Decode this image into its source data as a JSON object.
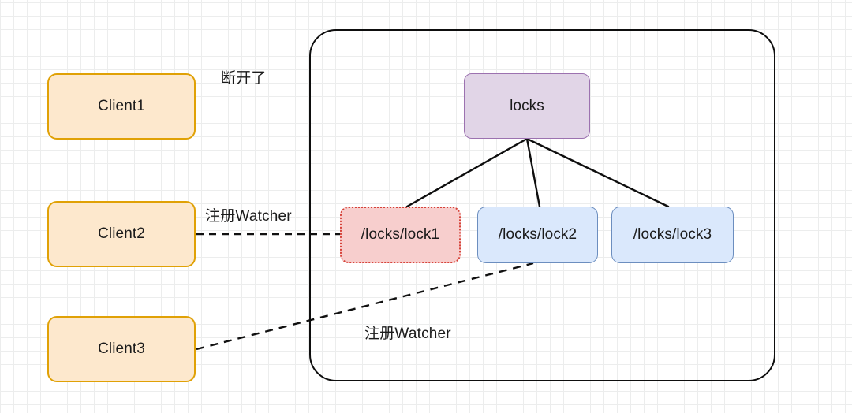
{
  "diagram": {
    "title_hidden": "",
    "colors": {
      "client_fill": "#fde8cd",
      "client_stroke": "#e0a106",
      "root_fill": "#e1d5e7",
      "root_stroke": "#9c72b0",
      "lock_blue_fill": "#dae8fc",
      "lock_blue_stroke": "#6c8ebf",
      "lock_red_fill": "#f7cecd",
      "lock_red_stroke": "#d6433a",
      "edge_stroke": "#0e0e0e",
      "grid_minor": "#eceded",
      "grid_major": "#e2e3e4",
      "canvas_bg": "#ffffff"
    },
    "clients": [
      {
        "id": "client1",
        "label": "Client1"
      },
      {
        "id": "client2",
        "label": "Client2"
      },
      {
        "id": "client3",
        "label": "Client3"
      }
    ],
    "zk_container": {
      "label": ""
    },
    "root_node": {
      "id": "locks",
      "label": "locks"
    },
    "lock_nodes": [
      {
        "id": "lock1",
        "label": "/locks/lock1",
        "style": "dotted-red"
      },
      {
        "id": "lock2",
        "label": "/locks/lock2",
        "style": "solid-blue"
      },
      {
        "id": "lock3",
        "label": "/locks/lock3",
        "style": "solid-blue"
      }
    ],
    "annotations": [
      {
        "id": "disconnected",
        "label": "断开了"
      },
      {
        "id": "watcher-client2",
        "label": "注册Watcher"
      },
      {
        "id": "watcher-client3",
        "label": "注册Watcher"
      }
    ],
    "edges": [
      {
        "id": "locks-to-lock1",
        "from": "locks",
        "to": "lock1",
        "style": "solid"
      },
      {
        "id": "locks-to-lock2",
        "from": "locks",
        "to": "lock2",
        "style": "solid"
      },
      {
        "id": "locks-to-lock3",
        "from": "locks",
        "to": "lock3",
        "style": "solid"
      },
      {
        "id": "client2-to-lock1",
        "from": "client2",
        "to": "lock1",
        "style": "dashed"
      },
      {
        "id": "client3-to-lock2",
        "from": "client3",
        "to": "lock2",
        "style": "dashed"
      }
    ]
  }
}
